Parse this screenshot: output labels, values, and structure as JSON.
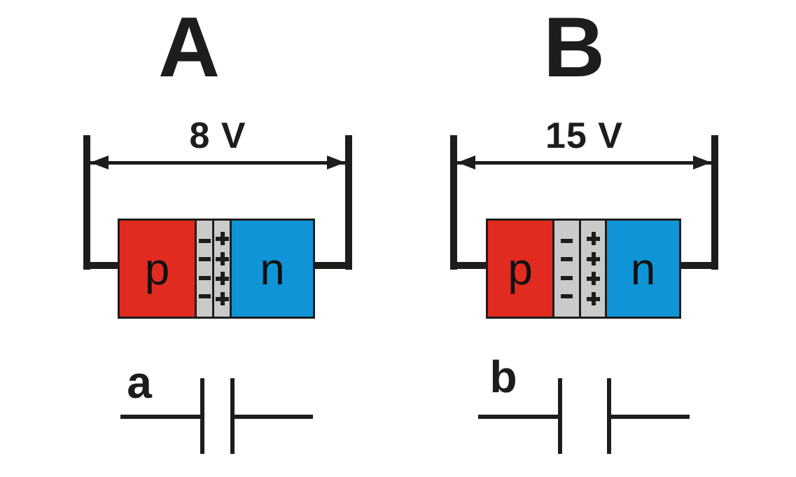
{
  "figure": {
    "description": "Two reverse-biased p-n junction diodes with depletion regions and equivalent capacitor symbols",
    "background": "#ffffff",
    "colors": {
      "p_region": "#e12a20",
      "n_region": "#0f95d7",
      "depletion_region": "#cacaca",
      "line": "#1d1d1b"
    },
    "icons": {
      "negative_charge": "−",
      "positive_charge": "+",
      "arrowhead_left": "◄",
      "arrowhead_right": "►"
    },
    "panels": [
      {
        "label": "A",
        "voltage_label": "8 V",
        "p_label": "p",
        "n_label": "n",
        "capacitor_label": "a",
        "depletion_width": "narrow",
        "charge_rows": 4
      },
      {
        "label": "B",
        "voltage_label": "15 V",
        "p_label": "p",
        "n_label": "n",
        "capacitor_label": "b",
        "depletion_width": "wide",
        "charge_rows": 4
      }
    ]
  }
}
